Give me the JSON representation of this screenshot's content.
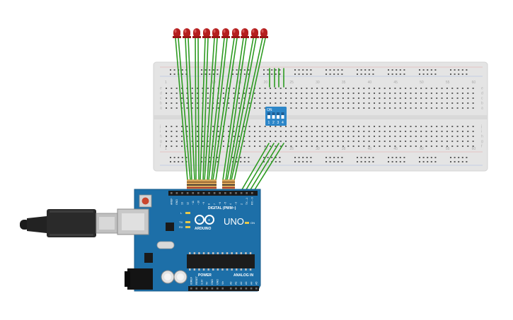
{
  "breadboard": {
    "column_numbers": [
      "1",
      "10",
      "15",
      "20",
      "25",
      "30",
      "35",
      "40",
      "45",
      "50",
      "55",
      "60"
    ],
    "row_letters_top": [
      "a",
      "b",
      "c",
      "d",
      "e"
    ],
    "row_letters_bottom": [
      "f",
      "g",
      "h",
      "i",
      "j"
    ]
  },
  "dip_switch": {
    "on_label": "ON",
    "positions": [
      "1",
      "2",
      "3",
      "4"
    ]
  },
  "arduino": {
    "model_label": "UNO",
    "brand_label": "ARDUINO",
    "digital_header_label": "DIGITAL (PWM~)",
    "power_header_label": "POWER",
    "analog_header_label": "ANALOG IN",
    "on_led_label": "ON",
    "indicator_labels": [
      "L",
      "TX",
      "RX"
    ],
    "digital_pins": [
      "AREF",
      "GND",
      "13",
      "12",
      "~11",
      "~10",
      "~9",
      "8",
      "7",
      "~6",
      "~5",
      "4",
      "~3",
      "2",
      "TX→1",
      "RX←0"
    ],
    "power_pins": [
      "IOREF",
      "RESET",
      "3.3V",
      "5V",
      "GND",
      "GND",
      "Vin"
    ],
    "analog_pins": [
      "A0",
      "A1",
      "A2",
      "A3",
      "A4",
      "A5"
    ]
  },
  "colors": {
    "wire": "#2e9b22",
    "led": "#b51f1f",
    "resistor": "#d9a55a",
    "board": "#1d6fa8",
    "breadboard": "#e6e6e6",
    "dip_switch": "#2c86c8"
  },
  "component_counts_note": null
}
